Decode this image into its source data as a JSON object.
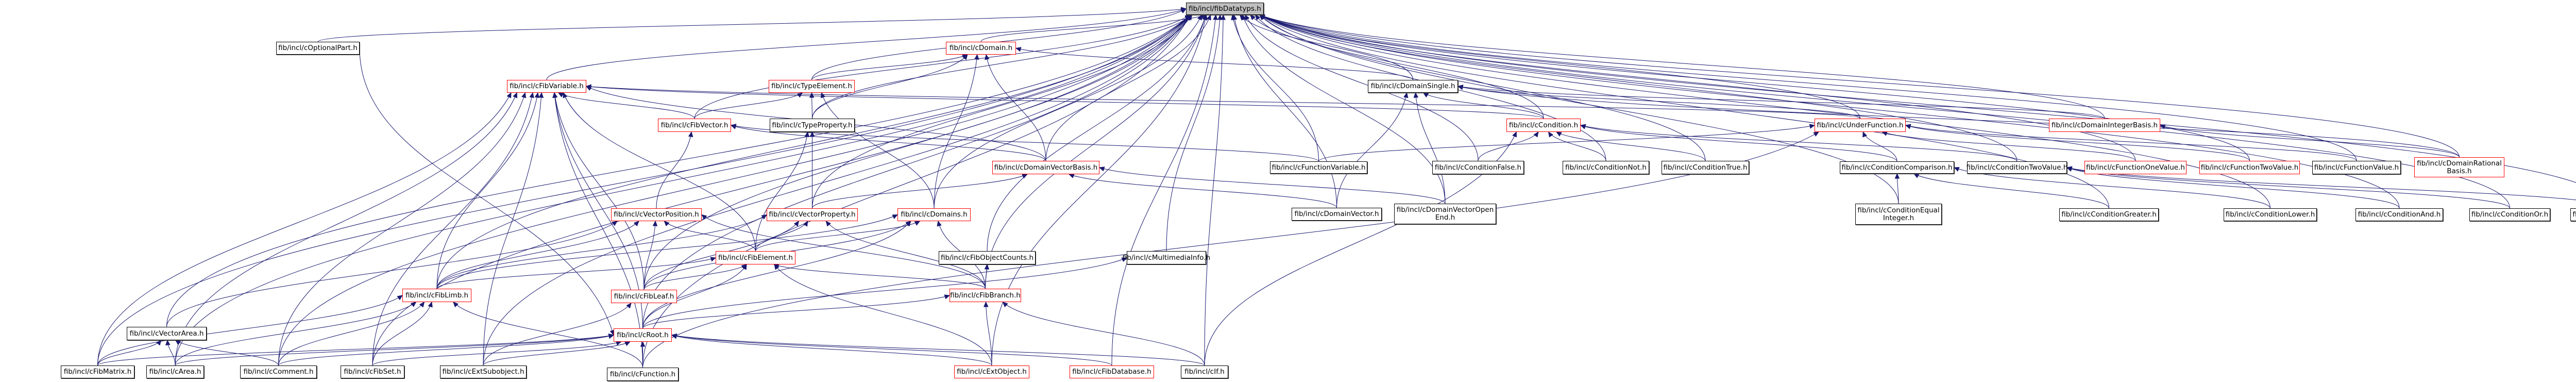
{
  "graph": {
    "title": "fib/incl/fibDatatyps.h",
    "colors": {
      "edge": "#191970",
      "root_fill": "#bfbfbf",
      "truncated_border": "#ff0000",
      "normal_border": "#000000"
    },
    "nodes": [
      {
        "id": "fibDatatyps",
        "label": "fib/incl/fibDatatyps.h",
        "style": "root"
      },
      {
        "id": "cOptionalPart",
        "label": "fib/incl/cOptionalPart.h",
        "style": "normal"
      },
      {
        "id": "cDomain",
        "label": "fib/incl/cDomain.h",
        "style": "red"
      },
      {
        "id": "cFibVariable",
        "label": "fib/incl/cFibVariable.h",
        "style": "red"
      },
      {
        "id": "cTypeElement",
        "label": "fib/incl/cTypeElement.h",
        "style": "red"
      },
      {
        "id": "cDomainSingle",
        "label": "fib/incl/cDomainSingle.h",
        "style": "normal"
      },
      {
        "id": "cFibVector",
        "label": "fib/incl/cFibVector.h",
        "style": "red"
      },
      {
        "id": "cTypeProperty",
        "label": "fib/incl/cTypeProperty.h",
        "style": "normal"
      },
      {
        "id": "cCondition",
        "label": "fib/incl/cCondition.h",
        "style": "red"
      },
      {
        "id": "cUnderFunction",
        "label": "fib/incl/cUnderFunction.h",
        "style": "red"
      },
      {
        "id": "cDomainIntegerBasis",
        "label": "fib/incl/cDomainIntegerBasis.h",
        "style": "red"
      },
      {
        "id": "cDomainVectorBasis",
        "label": "fib/incl/cDomainVectorBasis.h",
        "style": "red"
      },
      {
        "id": "cFunctionVariable",
        "label": "fib/incl/cFunctionVariable.h",
        "style": "normal"
      },
      {
        "id": "cConditionFalse",
        "label": "fib/incl/cConditionFalse.h",
        "style": "normal"
      },
      {
        "id": "cConditionNot",
        "label": "fib/incl/cConditionNot.h",
        "style": "normal"
      },
      {
        "id": "cConditionTrue",
        "label": "fib/incl/cConditionTrue.h",
        "style": "normal"
      },
      {
        "id": "cConditionComparison",
        "label": "fib/incl/cConditionComparison.h",
        "style": "normal"
      },
      {
        "id": "cConditionTwoValue",
        "label": "fib/incl/cConditionTwoValue.h",
        "style": "normal"
      },
      {
        "id": "cFunctionOneValue",
        "label": "fib/incl/cFunctionOneValue.h",
        "style": "red"
      },
      {
        "id": "cFunctionTwoValue",
        "label": "fib/incl/cFunctionTwoValue.h",
        "style": "red"
      },
      {
        "id": "cFunctionValue",
        "label": "fib/incl/cFunctionValue.h",
        "style": "normal"
      },
      {
        "id": "cDomainRationalBasis",
        "label": "fib/incl/cDomainRational\nBasis.h",
        "style": "red"
      },
      {
        "id": "cVectorPosition",
        "label": "fib/incl/cVectorPosition.h",
        "style": "red"
      },
      {
        "id": "cVectorProperty",
        "label": "fib/incl/cVectorProperty.h",
        "style": "red"
      },
      {
        "id": "cDomains",
        "label": "fib/incl/cDomains.h",
        "style": "red"
      },
      {
        "id": "cDomainVector",
        "label": "fib/incl/cDomainVector.h",
        "style": "normal"
      },
      {
        "id": "cDomainVectorOpenEnd",
        "label": "fib/incl/cDomainVectorOpen\nEnd.h",
        "style": "normal"
      },
      {
        "id": "cConditionEqualInteger",
        "label": "fib/incl/cConditionEqual\nInteger.h",
        "style": "normal"
      },
      {
        "id": "cConditionGreater",
        "label": "fib/incl/cConditionGreater.h",
        "style": "normal"
      },
      {
        "id": "cConditionLower",
        "label": "fib/incl/cConditionLower.h",
        "style": "normal"
      },
      {
        "id": "cConditionAnd",
        "label": "fib/incl/cConditionAnd.h",
        "style": "normal"
      },
      {
        "id": "cConditionOr",
        "label": "fib/incl/cConditionOr.h",
        "style": "normal"
      },
      {
        "id": "cConditionXor",
        "label": "fib/incl/cConditionXor.h",
        "style": "normal"
      },
      {
        "id": "cFibElement",
        "label": "fib/incl/cFibElement.h",
        "style": "red"
      },
      {
        "id": "cFibObjectCounts",
        "label": "fib/incl/cFibObjectCounts.h",
        "style": "normal"
      },
      {
        "id": "cMultimediaInfo",
        "label": "fib/incl/cMultimediaInfo.h",
        "style": "normal"
      },
      {
        "id": "cFibLimb",
        "label": "fib/incl/cFibLimb.h",
        "style": "red"
      },
      {
        "id": "cFibLeaf",
        "label": "fib/incl/cFibLeaf.h",
        "style": "red"
      },
      {
        "id": "cFibBranch",
        "label": "fib/incl/cFibBranch.h",
        "style": "red"
      },
      {
        "id": "cVectorArea",
        "label": "fib/incl/cVectorArea.h",
        "style": "normal"
      },
      {
        "id": "cRoot",
        "label": "fib/incl/cRoot.h",
        "style": "red"
      },
      {
        "id": "cFibMatrix",
        "label": "fib/incl/cFibMatrix.h",
        "style": "normal"
      },
      {
        "id": "cArea",
        "label": "fib/incl/cArea.h",
        "style": "normal"
      },
      {
        "id": "cComment",
        "label": "fib/incl/cComment.h",
        "style": "normal"
      },
      {
        "id": "cFibSet",
        "label": "fib/incl/cFibSet.h",
        "style": "normal"
      },
      {
        "id": "cExtSubobject",
        "label": "fib/incl/cExtSubobject.h",
        "style": "normal"
      },
      {
        "id": "cFunction",
        "label": "fib/incl/cFunction.h",
        "style": "normal"
      },
      {
        "id": "cExtObject",
        "label": "fib/incl/cExtObject.h",
        "style": "red"
      },
      {
        "id": "cFibDatabase",
        "label": "fib/incl/cFibDatabase.h",
        "style": "red"
      },
      {
        "id": "cIf",
        "label": "fib/incl/cIf.h",
        "style": "normal"
      }
    ],
    "edges": [
      [
        "cOptionalPart",
        "fibDatatyps"
      ],
      [
        "cDomain",
        "fibDatatyps"
      ],
      [
        "cFibVariable",
        "fibDatatyps"
      ],
      [
        "cTypeElement",
        "fibDatatyps"
      ],
      [
        "cDomainSingle",
        "fibDatatyps"
      ],
      [
        "cFibVector",
        "fibDatatyps"
      ],
      [
        "cTypeProperty",
        "fibDatatyps"
      ],
      [
        "cCondition",
        "fibDatatyps"
      ],
      [
        "cUnderFunction",
        "fibDatatyps"
      ],
      [
        "cDomainIntegerBasis",
        "fibDatatyps"
      ],
      [
        "cDomainVectorBasis",
        "fibDatatyps"
      ],
      [
        "cFunctionVariable",
        "fibDatatyps"
      ],
      [
        "cConditionFalse",
        "fibDatatyps"
      ],
      [
        "cConditionNot",
        "fibDatatyps"
      ],
      [
        "cConditionTrue",
        "fibDatatyps"
      ],
      [
        "cConditionTwoValue",
        "fibDatatyps"
      ],
      [
        "cFunctionOneValue",
        "fibDatatyps"
      ],
      [
        "cFunctionTwoValue",
        "fibDatatyps"
      ],
      [
        "cFunctionValue",
        "fibDatatyps"
      ],
      [
        "cDomainRationalBasis",
        "fibDatatyps"
      ],
      [
        "cVectorProperty",
        "fibDatatyps"
      ],
      [
        "cDomains",
        "fibDatatyps"
      ],
      [
        "cDomainVector",
        "fibDatatyps"
      ],
      [
        "cDomainVectorOpenEnd",
        "fibDatatyps"
      ],
      [
        "cConditionEqualInteger",
        "fibDatatyps"
      ],
      [
        "cConditionAnd",
        "fibDatatyps"
      ],
      [
        "cConditionOr",
        "fibDatatyps"
      ],
      [
        "cConditionXor",
        "fibDatatyps"
      ],
      [
        "cConditionGreater",
        "fibDatatyps"
      ],
      [
        "cConditionLower",
        "fibDatatyps"
      ],
      [
        "cFibObjectCounts",
        "fibDatatyps"
      ],
      [
        "cMultimediaInfo",
        "fibDatatyps"
      ],
      [
        "cFibLimb",
        "fibDatatyps"
      ],
      [
        "cFibLeaf",
        "fibDatatyps"
      ],
      [
        "cFibBranch",
        "fibDatatyps"
      ],
      [
        "cVectorArea",
        "fibDatatyps"
      ],
      [
        "cRoot",
        "fibDatatyps"
      ],
      [
        "cFibMatrix",
        "fibDatatyps"
      ],
      [
        "cArea",
        "fibDatatyps"
      ],
      [
        "cComment",
        "fibDatatyps"
      ],
      [
        "cFibSet",
        "fibDatatyps"
      ],
      [
        "cExtSubobject",
        "fibDatatyps"
      ],
      [
        "cFunction",
        "fibDatatyps"
      ],
      [
        "cExtObject",
        "fibDatatyps"
      ],
      [
        "cFibDatabase",
        "fibDatatyps"
      ],
      [
        "cIf",
        "fibDatatyps"
      ],
      [
        "cTypeElement",
        "cDomain"
      ],
      [
        "cTypeProperty",
        "cDomain"
      ],
      [
        "cDomainVectorBasis",
        "cDomain"
      ],
      [
        "cDomains",
        "cDomain"
      ],
      [
        "cDomainSingle",
        "cDomain"
      ],
      [
        "cFibVector",
        "cFibVariable"
      ],
      [
        "cCondition",
        "cFibVariable"
      ],
      [
        "cUnderFunction",
        "cFibVariable"
      ],
      [
        "cDomainVectorBasis",
        "cFibVariable"
      ],
      [
        "cFibLimb",
        "cFibVariable"
      ],
      [
        "cFibLeaf",
        "cFibVariable"
      ],
      [
        "cRoot",
        "cFibVariable"
      ],
      [
        "cFibMatrix",
        "cFibVariable"
      ],
      [
        "cArea",
        "cFibVariable"
      ],
      [
        "cComment",
        "cFibVariable"
      ],
      [
        "cFibSet",
        "cFibVariable"
      ],
      [
        "cExtSubobject",
        "cFibVariable"
      ],
      [
        "cFunction",
        "cFibVariable"
      ],
      [
        "cFibElement",
        "cFibVariable"
      ],
      [
        "cTypeProperty",
        "cTypeElement"
      ],
      [
        "cFibVector",
        "cTypeElement"
      ],
      [
        "cDomains",
        "cTypeElement"
      ],
      [
        "cCondition",
        "cDomainSingle"
      ],
      [
        "cDomainVector",
        "cDomainSingle"
      ],
      [
        "cDomainVectorOpenEnd",
        "cDomainSingle"
      ],
      [
        "cUnderFunction",
        "cDomainSingle"
      ],
      [
        "cDomainIntegerBasis",
        "cDomainSingle"
      ],
      [
        "cDomainRationalBasis",
        "cDomainSingle"
      ],
      [
        "cVectorPosition",
        "cFibVector"
      ],
      [
        "cDomainVectorBasis",
        "cFibVector"
      ],
      [
        "cFunctionVariable",
        "cFibVector"
      ],
      [
        "cVectorProperty",
        "cTypeProperty"
      ],
      [
        "cFibElement",
        "cTypeProperty"
      ],
      [
        "cConditionFalse",
        "cCondition"
      ],
      [
        "cConditionNot",
        "cCondition"
      ],
      [
        "cConditionTrue",
        "cCondition"
      ],
      [
        "cConditionComparison",
        "cCondition"
      ],
      [
        "cConditionTwoValue",
        "cCondition"
      ],
      [
        "cIf",
        "cCondition"
      ],
      [
        "cFunctionVariable",
        "cUnderFunction"
      ],
      [
        "cConditionComparison",
        "cUnderFunction"
      ],
      [
        "cFunctionOneValue",
        "cUnderFunction"
      ],
      [
        "cFunctionTwoValue",
        "cUnderFunction"
      ],
      [
        "cFunctionValue",
        "cUnderFunction"
      ],
      [
        "cFunction",
        "cUnderFunction"
      ],
      [
        "cDomainRationalBasis",
        "cDomainIntegerBasis"
      ],
      [
        "cVectorProperty",
        "cDomainVectorBasis"
      ],
      [
        "cDomainVector",
        "cDomainVectorBasis"
      ],
      [
        "cDomainVectorOpenEnd",
        "cDomainVectorBasis"
      ],
      [
        "cConditionEqualInteger",
        "cConditionComparison"
      ],
      [
        "cConditionGreater",
        "cConditionComparison"
      ],
      [
        "cConditionLower",
        "cConditionComparison"
      ],
      [
        "cConditionAnd",
        "cConditionTwoValue"
      ],
      [
        "cConditionOr",
        "cConditionTwoValue"
      ],
      [
        "cConditionXor",
        "cConditionTwoValue"
      ],
      [
        "cFibElement",
        "cVectorPosition"
      ],
      [
        "cFibLeaf",
        "cVectorPosition"
      ],
      [
        "cFibLimb",
        "cVectorPosition"
      ],
      [
        "cVectorArea",
        "cVectorPosition"
      ],
      [
        "cFibBranch",
        "cVectorPosition"
      ],
      [
        "cFibElement",
        "cVectorProperty"
      ],
      [
        "cFibLimb",
        "cVectorProperty"
      ],
      [
        "cFibLeaf",
        "cVectorProperty"
      ],
      [
        "cFibBranch",
        "cVectorProperty"
      ],
      [
        "cFibElement",
        "cDomains"
      ],
      [
        "cFibBranch",
        "cDomains"
      ],
      [
        "cFibLimb",
        "cDomains"
      ],
      [
        "cFibLeaf",
        "cDomains"
      ],
      [
        "cRoot",
        "cDomains"
      ],
      [
        "cFibLimb",
        "cFibElement"
      ],
      [
        "cFibLeaf",
        "cFibElement"
      ],
      [
        "cFibBranch",
        "cFibElement"
      ],
      [
        "cRoot",
        "cFibElement"
      ],
      [
        "cExtObject",
        "cFibElement"
      ],
      [
        "cFibBranch",
        "cFibObjectCounts"
      ],
      [
        "cRoot",
        "cMultimediaInfo"
      ],
      [
        "cFibMatrix",
        "cFibLimb"
      ],
      [
        "cArea",
        "cFibLimb"
      ],
      [
        "cComment",
        "cFibLimb"
      ],
      [
        "cFibSet",
        "cFibLimb"
      ],
      [
        "cFunction",
        "cFibLimb"
      ],
      [
        "cExtSubobject",
        "cFibLeaf"
      ],
      [
        "cRoot",
        "cFibBranch"
      ],
      [
        "cExtObject",
        "cFibBranch"
      ],
      [
        "cIf",
        "cFibBranch"
      ],
      [
        "cFibMatrix",
        "cVectorArea"
      ],
      [
        "cArea",
        "cVectorArea"
      ],
      [
        "cComment",
        "cVectorArea"
      ],
      [
        "cFibMatrix",
        "cRoot"
      ],
      [
        "cArea",
        "cRoot"
      ],
      [
        "cComment",
        "cRoot"
      ],
      [
        "cFibSet",
        "cRoot"
      ],
      [
        "cExtSubobject",
        "cRoot"
      ],
      [
        "cFunction",
        "cRoot"
      ],
      [
        "cExtObject",
        "cRoot"
      ],
      [
        "cFibDatabase",
        "cRoot"
      ],
      [
        "cIf",
        "cRoot"
      ],
      [
        "cOptionalPart",
        "cRoot"
      ]
    ]
  }
}
